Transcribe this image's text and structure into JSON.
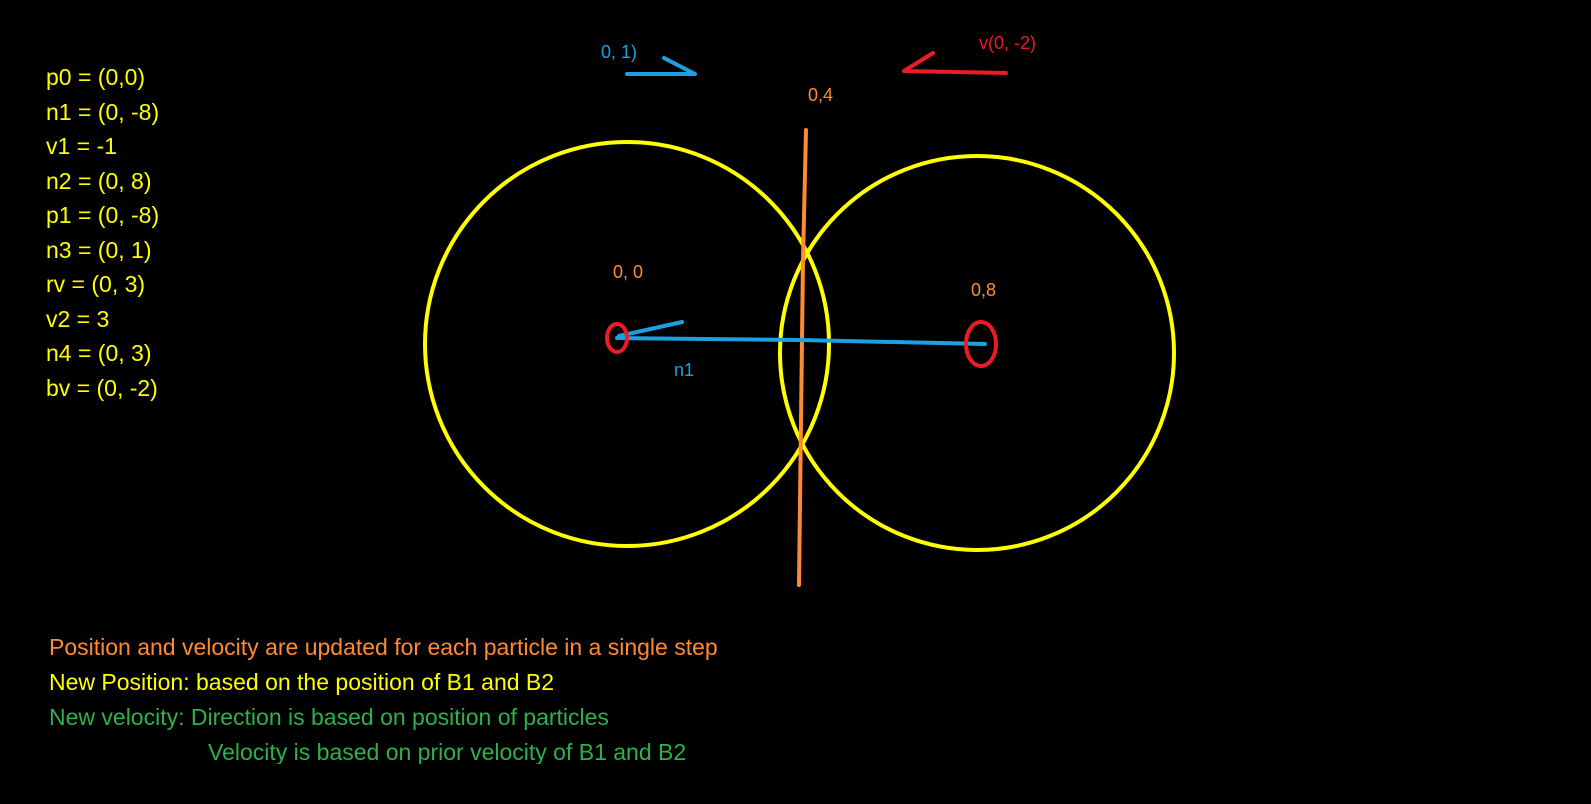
{
  "variables": [
    "p0 = (0,0)",
    "n1 = (0, -8)",
    "v1 = -1",
    "n2 = (0, 8)",
    "p1 = (0, -8)",
    "n3 = (0, 1)",
    "rv = (0, 3)",
    "v2 = 3",
    "n4 = (0, 3)",
    "bv = (0, -2)"
  ],
  "diagram": {
    "label_blue_vector": "0, 1)",
    "label_red_vector": "v(0, -2)",
    "label_orange_line": "0,4",
    "label_center_left": "0, 0",
    "label_center_right": "0,8",
    "label_normal": "n1"
  },
  "notes": {
    "line1": "Position and velocity are updated for each particle in a single step",
    "line2": "New Position: based on the position of B1 and B2",
    "line3": "New velocity: Direction is based on position of particles",
    "line4": "Velocity is based on prior velocity of B1 and B2"
  },
  "colors": {
    "background": "#000000",
    "circle": "#ffff00",
    "orange": "#ff8a32",
    "blue": "#1ba1e2",
    "red": "#ed1c24",
    "green": "#2eb04a"
  }
}
